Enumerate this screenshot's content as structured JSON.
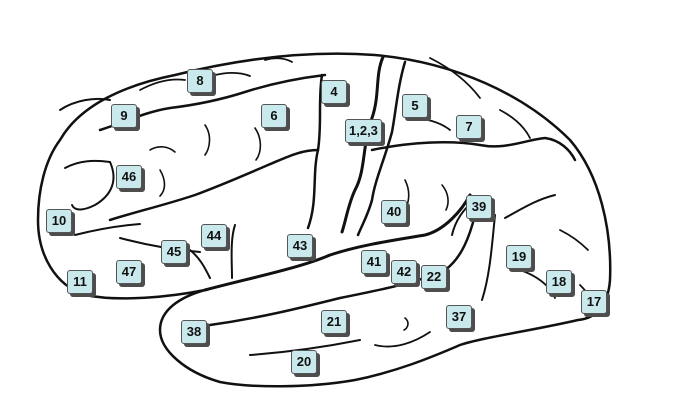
{
  "colors": {
    "label_fill": "#c9e9ec",
    "outline": "#111111",
    "label_shadow": "#4d4d4d"
  },
  "labels": [
    {
      "id": "8",
      "text": "8"
    },
    {
      "id": "4",
      "text": "4"
    },
    {
      "id": "5",
      "text": "5"
    },
    {
      "id": "9",
      "text": "9"
    },
    {
      "id": "6",
      "text": "6"
    },
    {
      "id": "1-2-3",
      "text": "1,2,3"
    },
    {
      "id": "7",
      "text": "7"
    },
    {
      "id": "46",
      "text": "46"
    },
    {
      "id": "40",
      "text": "40"
    },
    {
      "id": "39",
      "text": "39"
    },
    {
      "id": "10",
      "text": "10"
    },
    {
      "id": "44",
      "text": "44"
    },
    {
      "id": "45",
      "text": "45"
    },
    {
      "id": "43",
      "text": "43"
    },
    {
      "id": "41",
      "text": "41"
    },
    {
      "id": "19",
      "text": "19"
    },
    {
      "id": "47",
      "text": "47"
    },
    {
      "id": "42",
      "text": "42"
    },
    {
      "id": "22",
      "text": "22"
    },
    {
      "id": "11",
      "text": "11"
    },
    {
      "id": "18",
      "text": "18"
    },
    {
      "id": "17",
      "text": "17"
    },
    {
      "id": "37",
      "text": "37"
    },
    {
      "id": "21",
      "text": "21"
    },
    {
      "id": "38",
      "text": "38"
    },
    {
      "id": "20",
      "text": "20"
    }
  ]
}
